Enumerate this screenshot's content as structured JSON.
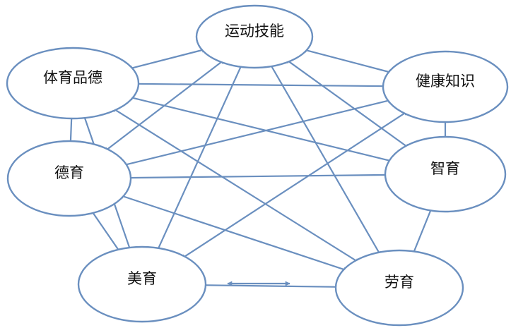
{
  "nodes": [
    {
      "id": "sports",
      "label": "运动技能"
    },
    {
      "id": "ethics",
      "label": "体育品德"
    },
    {
      "id": "health",
      "label": "健康知识"
    },
    {
      "id": "moral",
      "label": "德育"
    },
    {
      "id": "intellect",
      "label": "智育"
    },
    {
      "id": "aesthetic",
      "label": "美育"
    },
    {
      "id": "labor",
      "label": "劳育"
    }
  ],
  "edges": [
    {
      "from": "ethics",
      "to": "sports"
    },
    {
      "from": "sports",
      "to": "health"
    },
    {
      "from": "ethics",
      "to": "moral"
    },
    {
      "from": "health",
      "to": "intellect"
    },
    {
      "from": "moral",
      "to": "aesthetic"
    },
    {
      "from": "intellect",
      "to": "labor"
    },
    {
      "from": "aesthetic",
      "to": "labor"
    },
    {
      "from": "ethics",
      "to": "health"
    },
    {
      "from": "moral",
      "to": "intellect"
    },
    {
      "from": "ethics",
      "to": "intellect"
    },
    {
      "from": "ethics",
      "to": "labor"
    },
    {
      "from": "ethics",
      "to": "aesthetic"
    },
    {
      "from": "sports",
      "to": "moral"
    },
    {
      "from": "sports",
      "to": "aesthetic"
    },
    {
      "from": "sports",
      "to": "labor"
    },
    {
      "from": "sports",
      "to": "intellect"
    },
    {
      "from": "health",
      "to": "moral"
    },
    {
      "from": "health",
      "to": "aesthetic"
    },
    {
      "from": "moral",
      "to": "labor"
    }
  ]
}
